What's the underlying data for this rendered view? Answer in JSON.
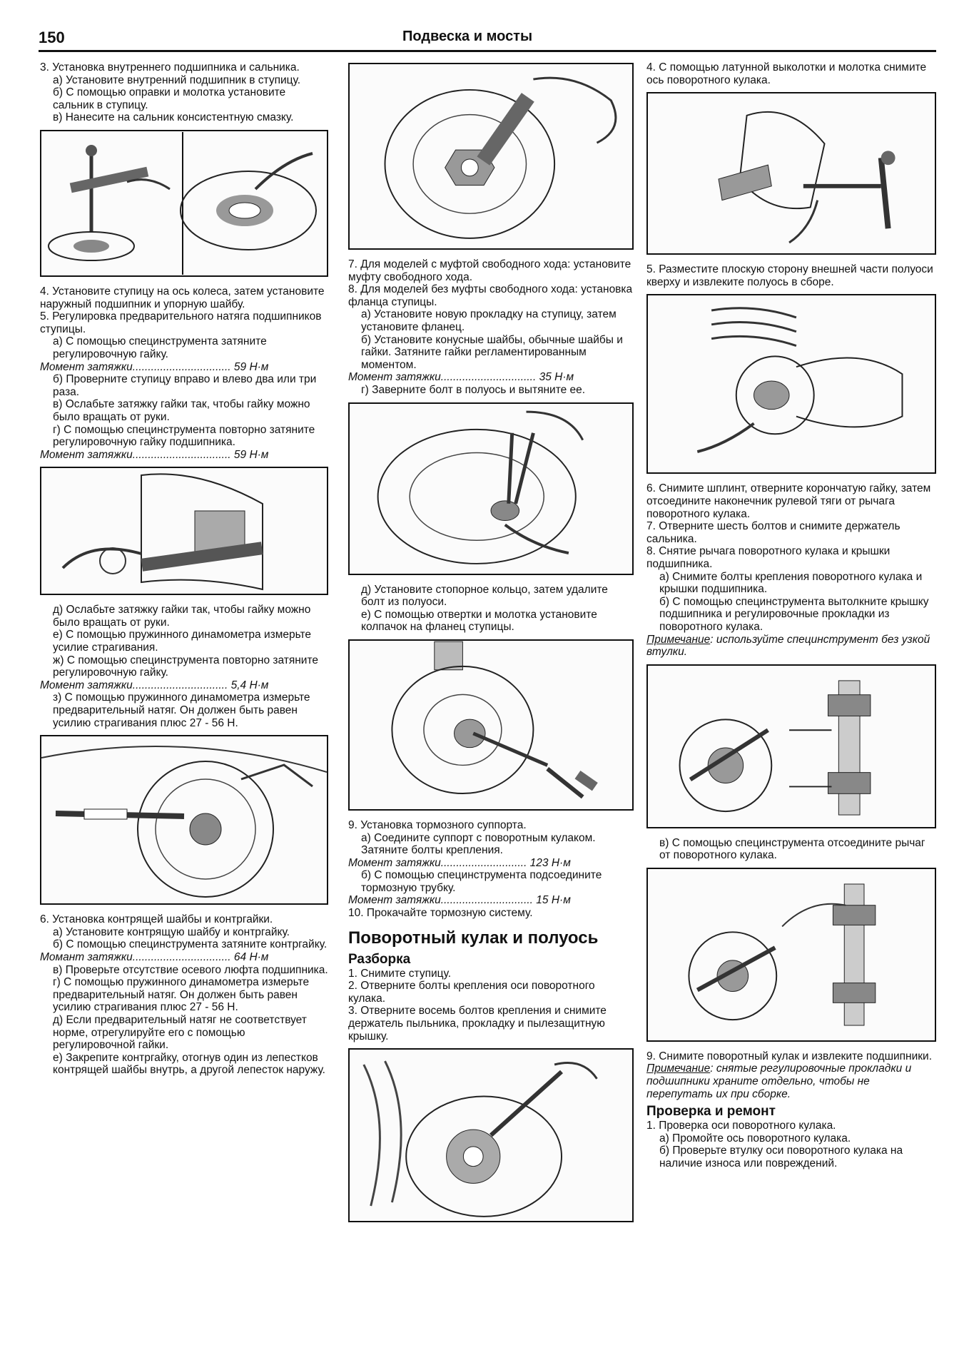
{
  "header": {
    "page_number": "150",
    "section": "Подвеска и мосты"
  },
  "col1": {
    "p1": "3. Установка внутреннего подшипника и сальника.",
    "p1a": "а) Установите внутренний подшипник в ступицу.",
    "p1b": "б) С помощью оправки и молотка установите сальник в ступицу.",
    "p1c": "в) Нанесите на сальник консистентную смазку.",
    "p2": "4. Установите ступицу на ось колеса, затем установите наружный подшипник и упорную шайбу.",
    "p3": "5. Регулировка предварительного натяга подшипников ступицы.",
    "p3a": "а) С помощью специнструмента затяните регулировочную гайку.",
    "t1": "Момент затяжки................................ 59 Н·м",
    "p3b": "б) Проверните ступицу вправо и влево два или три раза.",
    "p3c": "в) Ослабьте затяжку гайки так, чтобы гайку можно было вращать от руки.",
    "p3d": "г) С помощью специнструмента повторно затяните регулировочную гайку подшипника.",
    "t2": "Момент затяжки................................ 59 Н·м",
    "p4a": "д) Ослабьте затяжку гайки так, чтобы гайку можно было вращать от руки.",
    "p4b": "е) С помощью пружинного динамометра измерьте усилие страгивания.",
    "p4c": "ж) С помощью специнструмента повторно затяните регулировочную гайку.",
    "t3": "Момент затяжки............................... 5,4 Н·м",
    "p4d": "з) С помощью пружинного динамометра измерьте предварительный натяг. Он должен быть равен усилию страгивания плюс 27 - 56 Н.",
    "p5": "6. Установка контрящей шайбы и контргайки.",
    "p5a": "а) Установите контрящую шайбу и контргайку.",
    "p5b": "б) С помощью специнструмента затяните контргайку.",
    "t4": "Момант затяжки................................ 64 Н·м",
    "p5c": "в) Проверьте отсутствие осевого люфта подшипника.",
    "p5d": "г) С помощью пружинного динамометра измерьте предварительный натяг. Он должен быть равен усилию страгивания плюс 27 - 56 Н.",
    "p5e": "д) Если предварительный натяг не соответствует норме, отрегулируйте его с помощью регулировочной гайки.",
    "p5f": "е) Закрепите контргайку, отогнув один из лепестков контрящей шайбы внутрь, а другой лепесток наружу."
  },
  "col2": {
    "p1": "7. Для моделей с муфтой свободного хода: установите муфту свободного хода.",
    "p2": "8. Для моделей без муфты свободного хода: установка фланца ступицы.",
    "p2a": "а) Установите новую прокладку на ступицу, затем установите фланец.",
    "p2b": "б) Установите конусные шайбы, обычные шайбы и гайки. Затяните гайки регламентированным моментом.",
    "t1": "Момент затяжки............................... 35 Н·м",
    "p2c": "г) Заверните болт в полуось и вытяните ее.",
    "p3a": "д) Установите стопорное кольцо, затем удалите болт из полуоси.",
    "p3b": "е) С помощью отвертки и молотка установите колпачок на фланец ступицы.",
    "p4": "9. Установка тормозного суппорта.",
    "p4a": "а) Соедините суппорт с поворотным кулаком. Затяните болты крепления.",
    "t2": "Момент затяжки............................ 123 Н·м",
    "p4b": "б) С помощью специнструмента подсоедините тормозную трубку.",
    "t3": "Момент затяжки.............................. 15 Н·м",
    "p5": "10. Прокачайте тормозную систему.",
    "h2": "Поворотный кулак и полуось",
    "h3": "Разборка",
    "p6": "1. Снимите ступицу.",
    "p7": "2. Отверните болты крепления оси поворотного кулака.",
    "p8": "3. Отверните восемь болтов крепления и снимите держатель пыльника, прокладку и пылезащитную крышку."
  },
  "col3": {
    "p1": "4. С помощью латунной выколотки и молотка снимите ось поворотного кулака.",
    "p2": "5. Разместите плоскую сторону внешней части полуоси кверху и извлеките полуось в сборе.",
    "p3": "6. Снимите шплинт, отверните корончатую гайку, затем отсоедините наконечник рулевой тяги от рычага поворотного кулака.",
    "p4": "7. Отверните шесть болтов и снимите держатель сальника.",
    "p5": "8. Снятие рычага поворотного кулака и крышки подшипника.",
    "p5a": "а) Снимите болты крепления поворотного кулака и крышки подшипника.",
    "p5b": "б) С помощью специнструмента вытолкните крышку подшипника и регулировочные прокладки из поворотного кулака.",
    "note1_label": "Примечание",
    "note1_text": ": используйте специнструмент без узкой втулки.",
    "p6": "в) С помощью специнструмента отсоедините рычаг от поворотного кулака.",
    "p7": "9. Снимите поворотный кулак и извлеките подшипники.",
    "note2_label": "Примечание",
    "note2_text": ": снятые регулировочные прокладки и подшипники храните отдельно, чтобы не перепутать их при сборке.",
    "h3": "Проверка и ремонт",
    "p8": "1. Проверка оси поворотного кулака.",
    "p8a": "а) Промойте ось поворотного кулака.",
    "p8b": "б) Проверьте втулку оси поворотного кулака на наличие износа или повреждений."
  }
}
